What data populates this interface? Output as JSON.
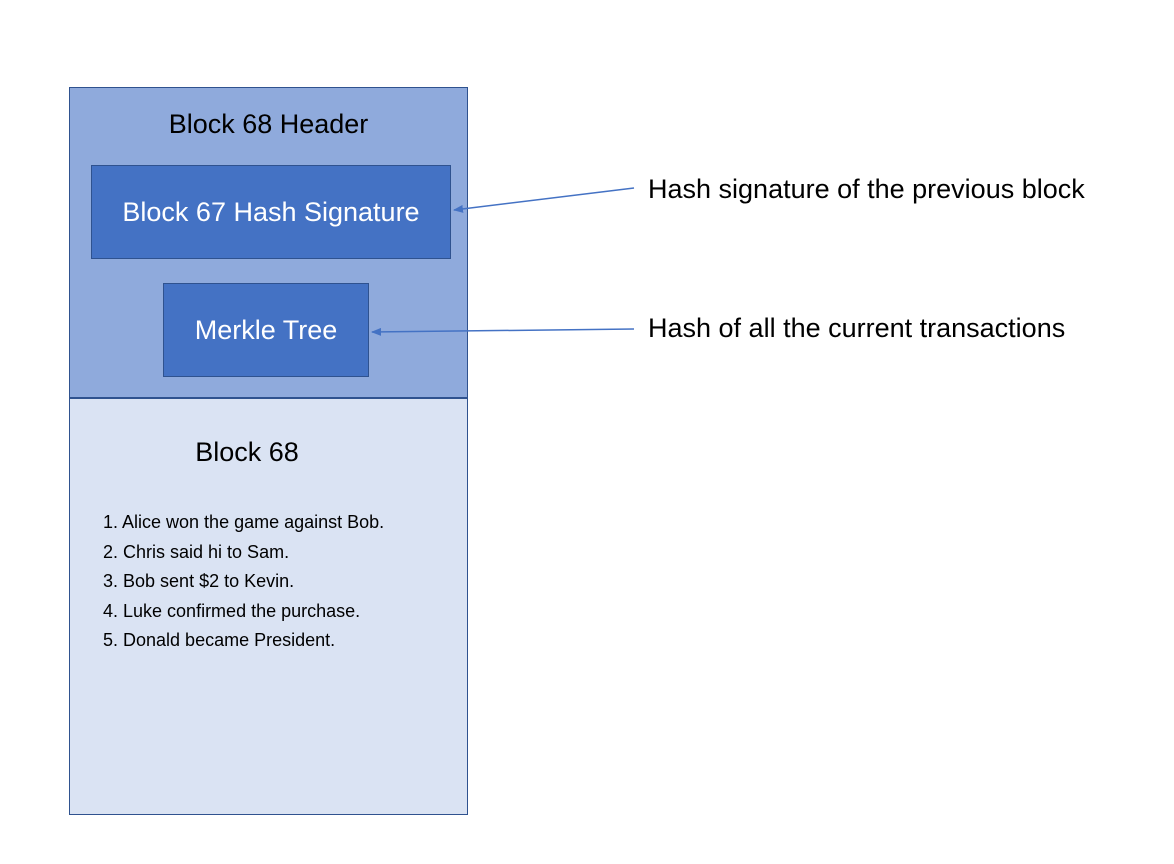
{
  "header": {
    "title": "Block 68 Header",
    "hash_box_label": "Block 67 Hash Signature",
    "merkle_box_label": "Merkle Tree"
  },
  "body": {
    "title": "Block 68",
    "transactions": [
      "1. Alice won the game against Bob.",
      "2. Chris said hi to Sam.",
      "3. Bob sent $2 to Kevin.",
      "4. Luke confirmed the purchase.",
      "5. Donald became President."
    ]
  },
  "annotations": {
    "hash_signature": "Hash signature of the previous block",
    "merkle": "Hash of all the current transactions"
  },
  "colors": {
    "header_fill": "#8faadc",
    "box_fill": "#4472c4",
    "body_fill": "#dae3f3",
    "border": "#2f528f",
    "arrow": "#4472c4"
  }
}
